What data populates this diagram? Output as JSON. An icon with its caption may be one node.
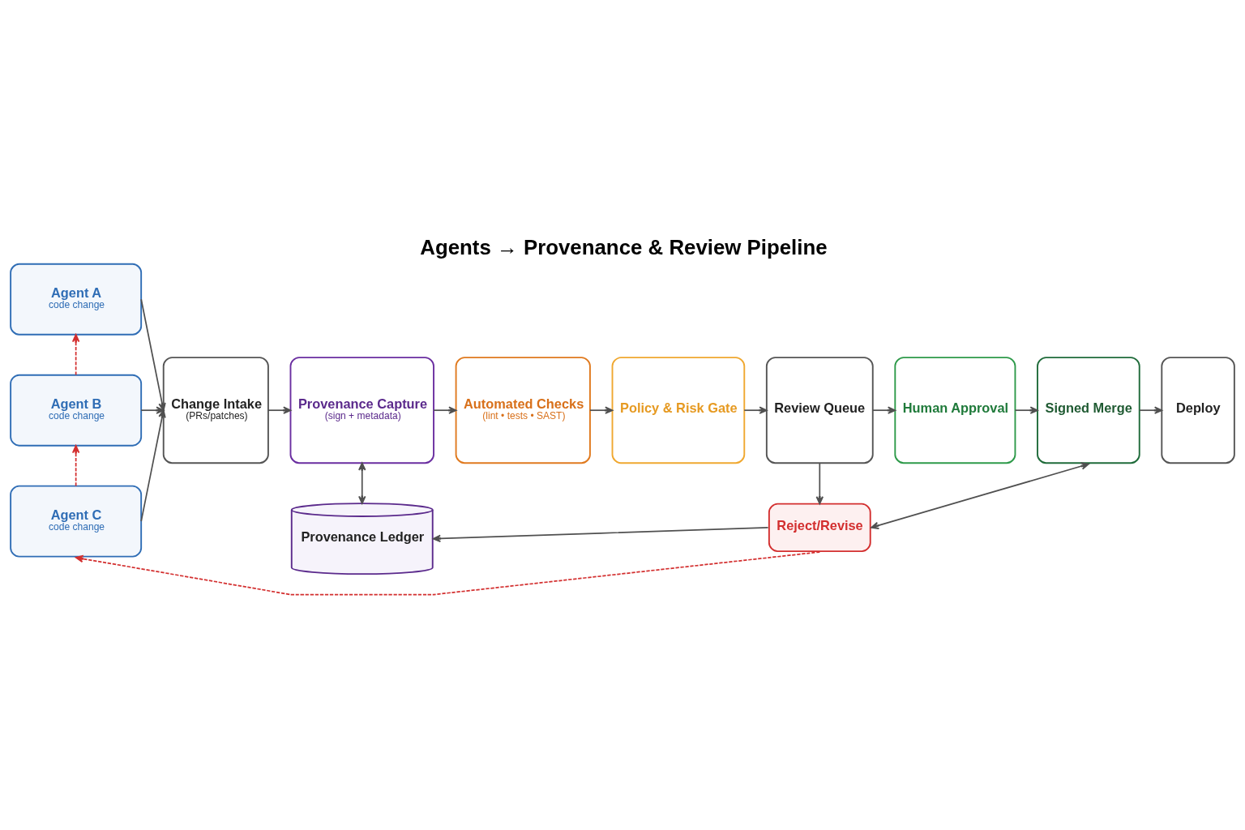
{
  "diagram": {
    "title": "Agents → Provenance & Review Pipeline",
    "nodes": [
      {
        "text": [
          "Agent A",
          "code change"
        ]
      },
      {
        "text": [
          "Agent B",
          "code change"
        ]
      },
      {
        "text": [
          "Agent C",
          "code change"
        ]
      },
      {
        "text": [
          "Change Intake",
          "(PRs/patches)"
        ]
      },
      {
        "text": [
          "Provenance Capture",
          "(sign + metadata)"
        ]
      },
      {
        "text": [
          "Automated Checks",
          "(lint • tests • SAST)"
        ]
      },
      {
        "text": [
          "Policy & Risk Gate"
        ]
      },
      {
        "text": [
          "Review Queue"
        ]
      },
      {
        "text": [
          "Human Approval"
        ]
      },
      {
        "text": [
          "Signed Merge"
        ]
      },
      {
        "text": [
          "Deploy"
        ]
      },
      {
        "text": [
          "Provenance Ledger"
        ]
      },
      {
        "text": [
          "Reject/Revise"
        ]
      }
    ],
    "edges": [
      {
        "from": 0,
        "to": 3,
        "arrow": "to"
      },
      {
        "from": 1,
        "to": 3,
        "arrow": "to"
      },
      {
        "from": 2,
        "to": 3,
        "arrow": "to"
      },
      {
        "from": 3,
        "to": 4,
        "arrow": "to"
      },
      {
        "from": 4,
        "to": 5,
        "arrow": "to"
      },
      {
        "from": 5,
        "to": 6,
        "arrow": "to"
      },
      {
        "from": 6,
        "to": 7,
        "arrow": "to"
      },
      {
        "from": 7,
        "to": 8,
        "arrow": "to"
      },
      {
        "from": 8,
        "to": 9,
        "arrow": "to"
      },
      {
        "from": 9,
        "to": 10,
        "arrow": "to"
      },
      {
        "from": 4,
        "to": 11,
        "arrow": "both"
      },
      {
        "from": 7,
        "to": 12,
        "arrow": "to"
      },
      {
        "from": 12,
        "to": 11,
        "arrow": "to"
      },
      {
        "from": 9,
        "to": 12,
        "arrow": "both"
      },
      {
        "from": 12,
        "to": 2,
        "arrow": "to",
        "style": "dashed",
        "color": "#d32f2f"
      },
      {
        "from": 2,
        "to": 1,
        "arrow": "to",
        "style": "dashed",
        "color": "#d32f2f"
      },
      {
        "from": 1,
        "to": 0,
        "arrow": "to",
        "style": "dashed",
        "color": "#d32f2f"
      }
    ]
  }
}
